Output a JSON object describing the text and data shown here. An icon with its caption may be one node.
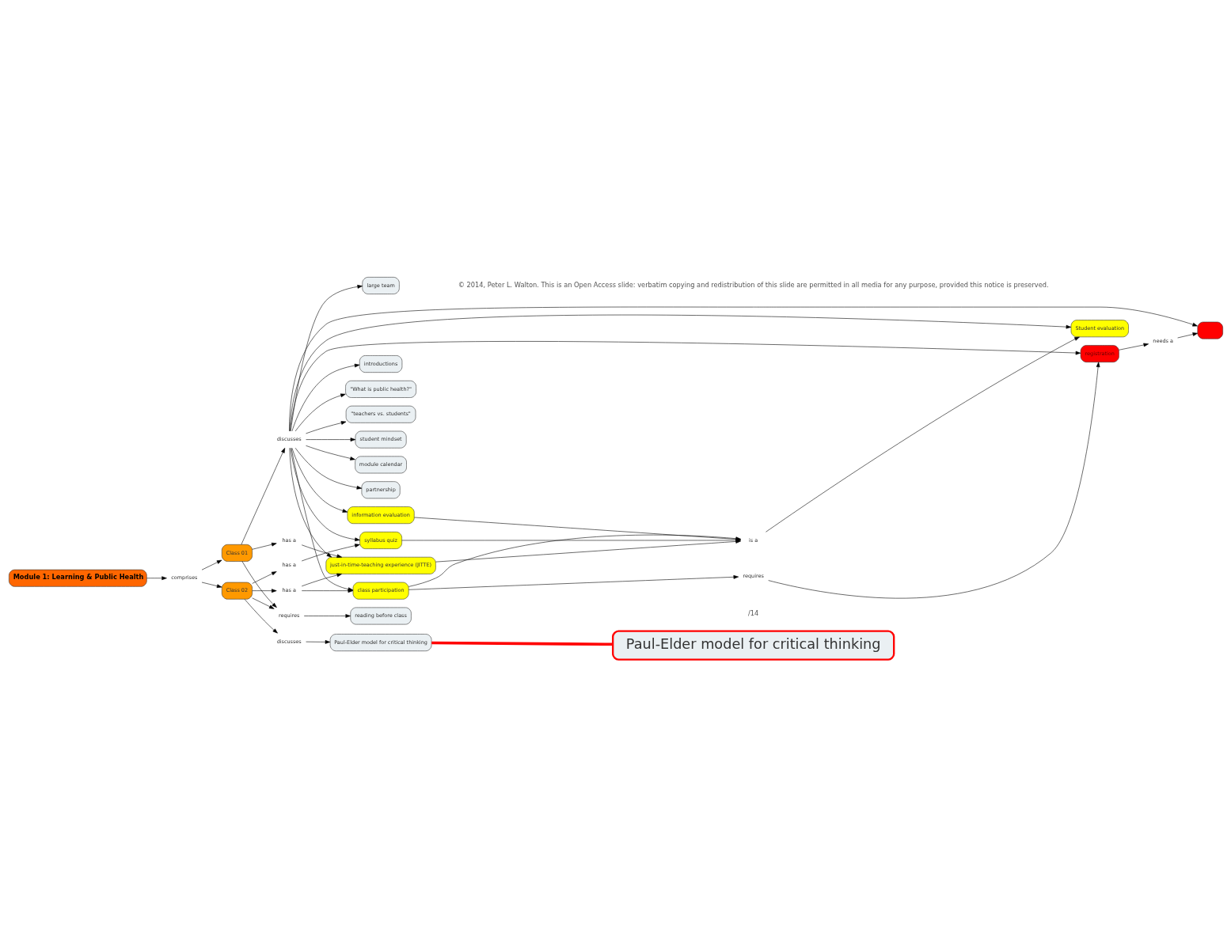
{
  "diagram": {
    "nodes": [
      {
        "text": [
          "introductions"
        ]
      },
      {
        "text": [
          "\"What is public health?\""
        ]
      },
      {
        "text": [
          "\"teachers vs. students\""
        ]
      },
      {
        "text": [
          "student mindset"
        ]
      },
      {
        "text": [
          "module calendar"
        ]
      },
      {
        "text": [
          "partnership"
        ]
      },
      {
        "text": [
          "large team"
        ]
      },
      {
        "text": [],
        "shape": "box"
      },
      {
        "text": [
          "needs a"
        ]
      },
      {
        "text": [
          "Class 01"
        ]
      },
      {
        "text": [
          "discusses"
        ]
      },
      {
        "text": [
          "syllabus quiz"
        ]
      },
      {
        "text": [
          "Paul-Elder model for critical thinking"
        ]
      },
      {
        "text": [
          "has a"
        ]
      },
      {
        "text": [
          "information evaluation"
        ]
      },
      {
        "text": [
          "discusses"
        ]
      },
      {
        "text": [
          "Class 02"
        ]
      },
      {
        "text": [
          "has a"
        ]
      },
      {
        "text": [
          "class participation"
        ]
      },
      {
        "text": [
          "requires"
        ]
      },
      {
        "text": [
          "registration"
        ]
      },
      {
        "text": [
          "just-in-time-teaching experience (JITTE)"
        ]
      },
      {
        "text": [
          "is a"
        ]
      },
      {
        "text": [
          "Student evaluation"
        ]
      },
      {
        "text": [
          "has a"
        ]
      },
      {
        "text": [
          "Module 1: Learning & Public Health"
        ]
      },
      {
        "text": [
          "comprises"
        ]
      },
      {
        "text": [
          "requires"
        ]
      },
      {
        "text": [
          "Paul-Elder model for critical thinking"
        ]
      },
      {
        "text": [
          "reading before class"
        ]
      }
    ],
    "edges": [
      {
        "from": 9,
        "to": 10,
        "arrow": "to"
      },
      {
        "from": 10,
        "to": 0,
        "arrow": "to"
      },
      {
        "from": 10,
        "to": 1,
        "arrow": "to"
      },
      {
        "from": 10,
        "to": 2,
        "arrow": "to"
      },
      {
        "from": 10,
        "to": 3,
        "arrow": "to"
      },
      {
        "from": 10,
        "to": 4,
        "arrow": "to"
      },
      {
        "from": 10,
        "to": 5,
        "arrow": "to"
      },
      {
        "from": 10,
        "to": 6,
        "arrow": "to"
      },
      {
        "from": 10,
        "to": 7,
        "arrow": "to"
      },
      {
        "from": 10,
        "to": 11,
        "arrow": "to"
      },
      {
        "from": 10,
        "to": 14,
        "arrow": "to"
      },
      {
        "from": 10,
        "to": 18,
        "arrow": "to"
      },
      {
        "from": 10,
        "to": 21,
        "arrow": "to"
      },
      {
        "from": 10,
        "to": 20,
        "arrow": "to"
      },
      {
        "from": 10,
        "to": 23,
        "arrow": "to"
      },
      {
        "from": 9,
        "to": 13,
        "arrow": "to"
      },
      {
        "from": 13,
        "to": 21,
        "arrow": "to"
      },
      {
        "from": 16,
        "to": 17,
        "arrow": "to"
      },
      {
        "from": 17,
        "to": 11,
        "arrow": "to"
      },
      {
        "from": 16,
        "to": 24,
        "arrow": "to"
      },
      {
        "from": 24,
        "to": 18,
        "arrow": "to"
      },
      {
        "from": 24,
        "to": 21,
        "arrow": "to"
      },
      {
        "from": 16,
        "to": 15,
        "arrow": "to"
      },
      {
        "from": 15,
        "to": 12,
        "arrow": "to"
      },
      {
        "from": 25,
        "to": 26,
        "arrow": "to"
      },
      {
        "from": 26,
        "to": 9,
        "arrow": "to"
      },
      {
        "from": 26,
        "to": 16,
        "arrow": "to"
      },
      {
        "from": 9,
        "to": 27,
        "arrow": "to"
      },
      {
        "from": 16,
        "to": 27,
        "arrow": "to"
      },
      {
        "from": 27,
        "to": 29,
        "arrow": "to"
      },
      {
        "from": 18,
        "to": 19,
        "arrow": "to"
      },
      {
        "from": 19,
        "to": 20,
        "arrow": "to"
      },
      {
        "from": 20,
        "to": 8,
        "arrow": "to"
      },
      {
        "from": 8,
        "to": 7,
        "arrow": "to"
      },
      {
        "from": 11,
        "to": 22,
        "arrow": "to"
      },
      {
        "from": 14,
        "to": 22,
        "arrow": "to"
      },
      {
        "from": 18,
        "to": 22,
        "arrow": "to"
      },
      {
        "from": 21,
        "to": 22,
        "arrow": "to"
      },
      {
        "from": 22,
        "to": 23,
        "arrow": "to"
      },
      {
        "from": 12,
        "to": 28,
        "arrow": "none",
        "style": "thick",
        "color": "#ff0000"
      }
    ],
    "labels": [
      "/14",
      "© 2014, Peter L. Walton. This is an Open Access slide: verbatim copying and redistribution of this slide are permitted in all media for any purpose, provided this notice is preserved."
    ]
  }
}
